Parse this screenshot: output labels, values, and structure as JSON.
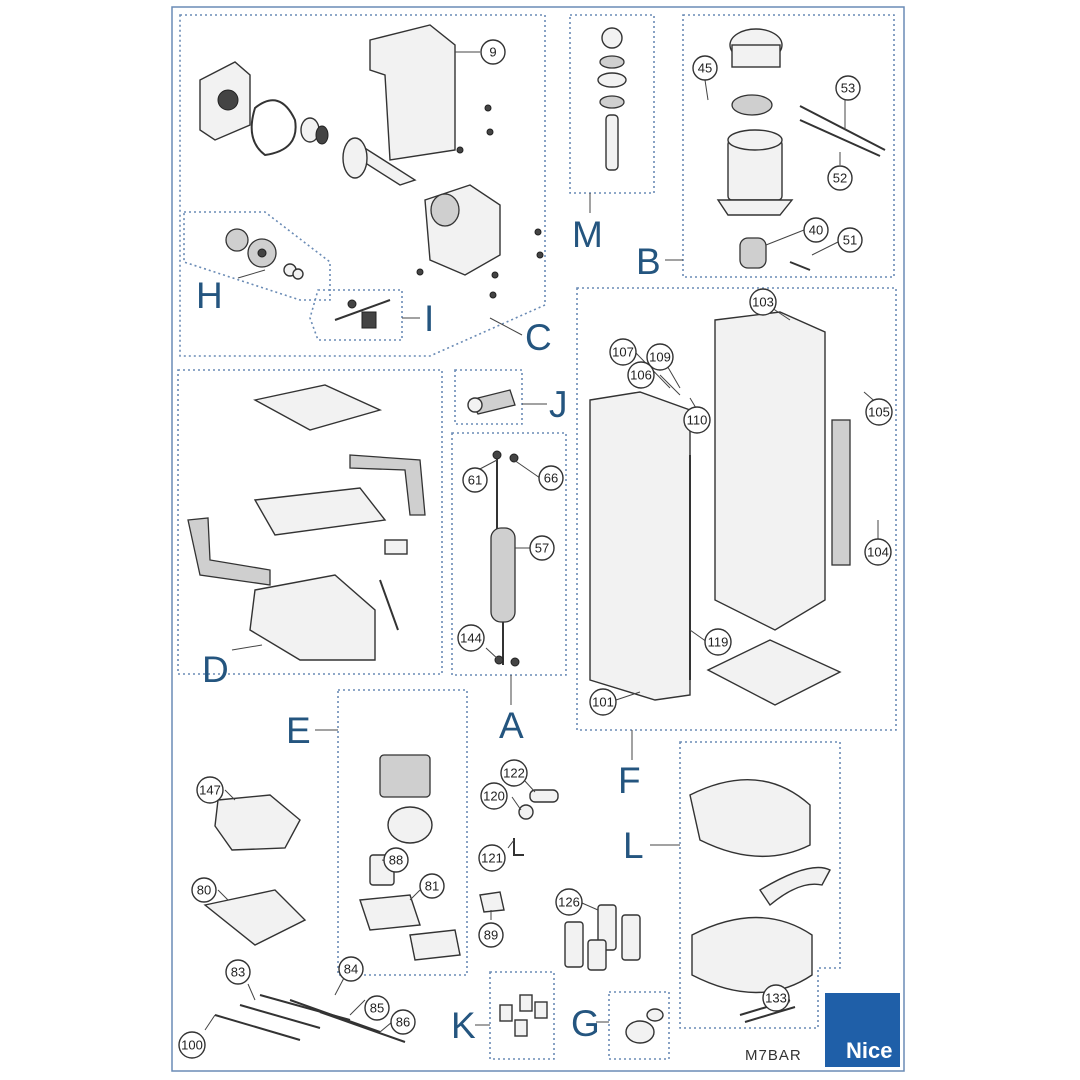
{
  "diagram": {
    "drawing_code": "M7BAR",
    "brand": "Nice",
    "colors": {
      "border": "#6a8bb5",
      "group_label": "#24557f",
      "brand_box": "#1f5fa8"
    },
    "group_labels": [
      "A",
      "B",
      "C",
      "D",
      "E",
      "F",
      "G",
      "H",
      "I",
      "J",
      "K",
      "L",
      "M"
    ],
    "part_numbers": [
      "9",
      "45",
      "53",
      "52",
      "40",
      "51",
      "103",
      "105",
      "104",
      "107",
      "109",
      "106",
      "110",
      "61",
      "66",
      "57",
      "144",
      "119",
      "101",
      "122",
      "120",
      "121",
      "147",
      "88",
      "80",
      "81",
      "89",
      "126",
      "133",
      "83",
      "84",
      "85",
      "86",
      "100"
    ]
  }
}
